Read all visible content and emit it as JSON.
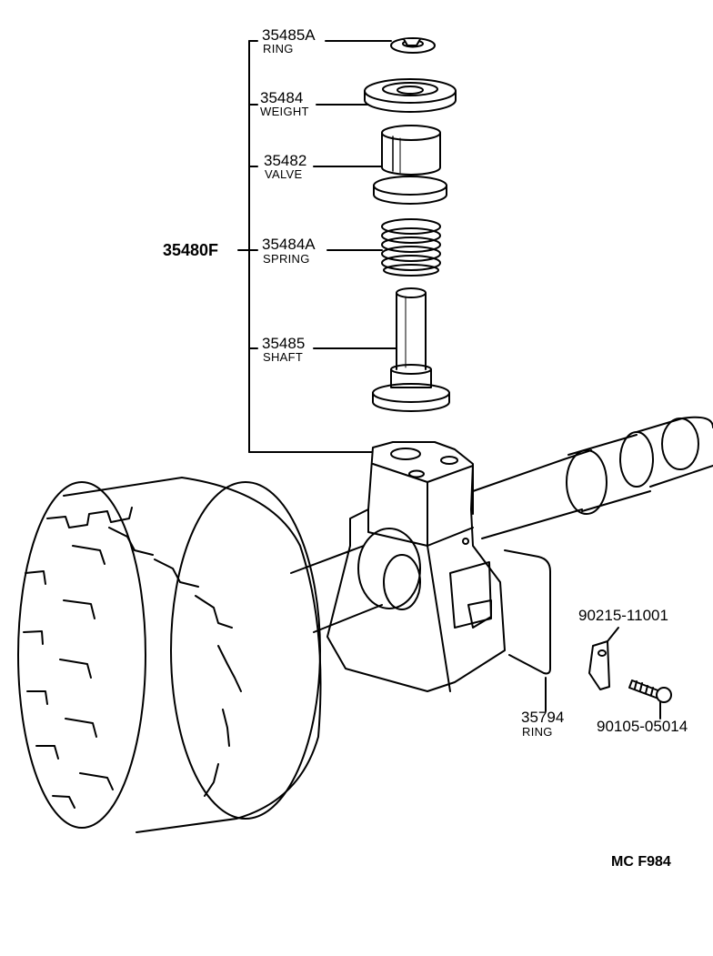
{
  "parts": {
    "assembly": {
      "number": "35480F"
    },
    "ring_top": {
      "number": "35485A",
      "name": "RING"
    },
    "weight": {
      "number": "35484",
      "name": "WEIGHT"
    },
    "valve": {
      "number": "35482",
      "name": "VALVE"
    },
    "spring": {
      "number": "35484A",
      "name": "SPRING"
    },
    "shaft": {
      "number": "35485",
      "name": "SHAFT"
    },
    "ring_lower": {
      "number": "35794",
      "name": "RING"
    },
    "plate": {
      "number": "90215-11001"
    },
    "bolt": {
      "number": "90105-05014"
    }
  },
  "diagram_code": "MC F984"
}
